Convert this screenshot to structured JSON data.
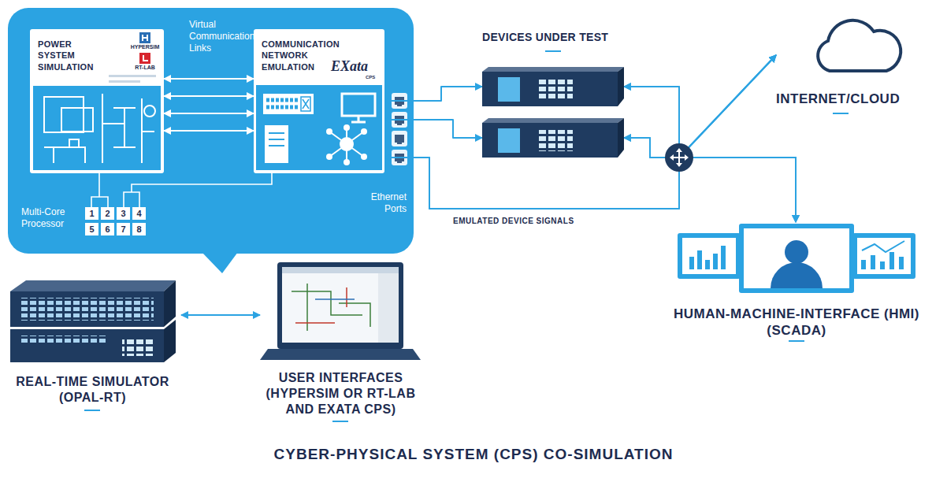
{
  "diagram": {
    "caption": "CYBER-PHYSICAL SYSTEM (CPS) CO-SIMULATION",
    "nodes": [
      {
        "text": [
          "POWER SYSTEM SIMULATION",
          "HYPERSIM",
          "RT-LAB"
        ]
      },
      {
        "text": [
          "COMMUNICATION NETWORK EMULATION",
          "EXata",
          "CPS"
        ]
      },
      {
        "text": [
          "DEVICES UNDER TEST"
        ]
      },
      {
        "text": [
          "INTERNET/CLOUD"
        ]
      },
      {
        "text": [
          "HUMAN-MACHINE-INTERFACE (HMI) (SCADA)"
        ]
      },
      {
        "text": [
          "REAL-TIME SIMULATOR (OPAL-RT)"
        ]
      },
      {
        "text": [
          "USER INTERFACES (HYPERSIM OR RT-LAB AND EXATA CPS)"
        ]
      }
    ],
    "edges": [
      {
        "from": 0,
        "to": 1,
        "arrow": "both"
      },
      {
        "from": 0,
        "to": 1,
        "arrow": "both"
      },
      {
        "from": 0,
        "to": 1,
        "arrow": "both"
      },
      {
        "from": 0,
        "to": 1,
        "arrow": "both"
      },
      {
        "from": 1,
        "to": 2,
        "arrow": "both"
      },
      {
        "from": 1,
        "to": 2,
        "arrow": "both"
      },
      {
        "from": 1,
        "to": 3,
        "arrow": "both"
      },
      {
        "from": 1,
        "to": 4,
        "arrow": "both"
      },
      {
        "from": 2,
        "to": 3,
        "arrow": "both"
      },
      {
        "from": 2,
        "to": 4,
        "arrow": "both"
      },
      {
        "from": 2,
        "to": 3,
        "arrow": "both"
      },
      {
        "from": 2,
        "to": 4,
        "arrow": "both"
      },
      {
        "from": 5,
        "to": 6,
        "arrow": "both"
      }
    ],
    "labels": [
      "Virtual Communication Links",
      "Multi-Core Processor",
      "1",
      "2",
      "3",
      "4",
      "5",
      "6",
      "7",
      "8",
      "Ethernet Ports",
      "EMULATED DEVICE SIGNALS"
    ]
  }
}
